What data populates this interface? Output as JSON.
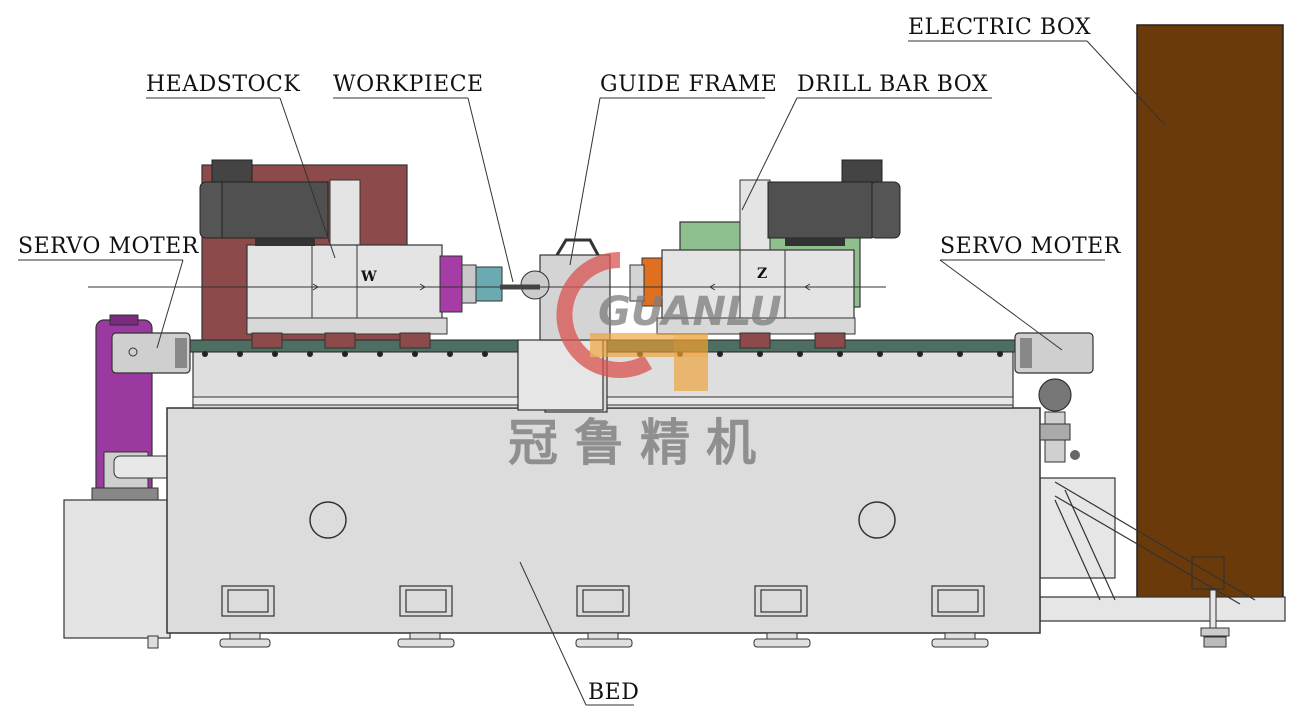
{
  "callouts": {
    "headstock": "HEADSTOCK",
    "workpiece": "WORKPIECE",
    "guide_frame": "GUIDE FRAME",
    "drill_bar_box": "DRILL BAR BOX",
    "electric_box": "ELECTRIC BOX",
    "servo_moter_left": "SERVO MOTER",
    "servo_moter_right": "SERVO MOTER",
    "bed": "BED"
  },
  "axis_labels": {
    "headstock_axis": "W",
    "drill_bar_axis": "Z"
  },
  "brand": {
    "english": "GUANLU",
    "chinese": "冠鲁精机"
  },
  "colors": {
    "electric_box": "#6b3a0a",
    "headstock_back_plate": "#8c4a4a",
    "drill_bar_back_plate": "#8fbf8f",
    "servo_column": "#9a3aa0",
    "rail": "#4e6e62",
    "body_gray": "#dcdcdc",
    "motor_dark": "#555555",
    "logo_red": "#d9534f",
    "logo_orange": "#f0a030"
  }
}
